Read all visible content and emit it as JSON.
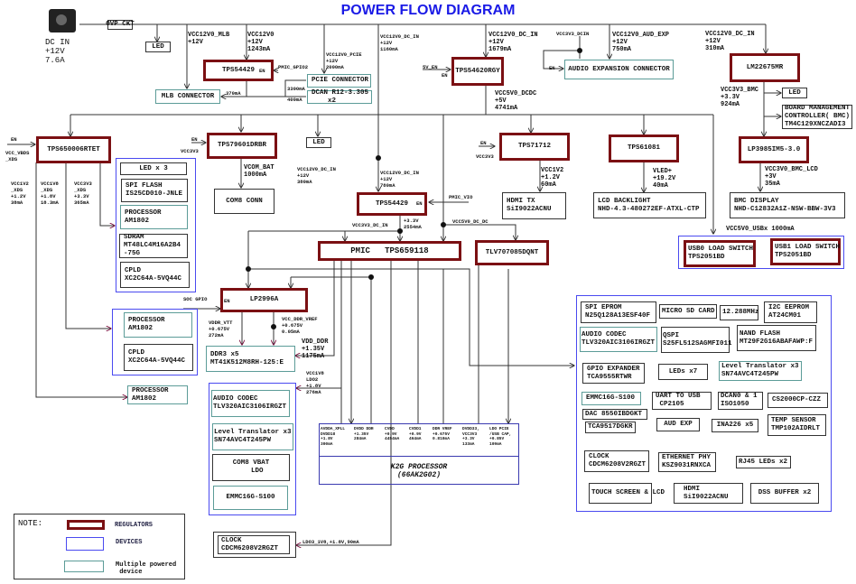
{
  "title": "POWER FLOW DIAGRAM",
  "colors": {
    "title": "#1a1ae6",
    "regulator": "#7b1013",
    "device": "#4a4af0",
    "multi_powered": "#5c9c98"
  },
  "dc_in": {
    "icon": "dc-jack-icon",
    "label": "DC IN\n+12V\n7.6A"
  },
  "ovp": "OVP CKT",
  "led": "LED",
  "rails": {
    "mlb": "VCC12V0_MLB\n+12V",
    "vcc12v0": "VCC12V0\n+12V\n1243mA",
    "pcie": "VCC12V0_PCIE\n+12V\n2000mA",
    "dcin_1160": "VCC12V0_DC_IN\n+12V\n1160mA",
    "dcin_1679": "VCC12V0_DC_IN\n+12V\n1679mA",
    "vcc3v3_dcin": "VCC3V3_DCIN",
    "aud_exp": "VCC12V0_AUD_EXP\n+12V\n750mA",
    "dcin_310": "VCC12V0_DC_IN\n+12V\n310mA",
    "vcc5v0_dcdc": "VCC5V0_DCDC\n+5V\n4741mA",
    "vcc3v3_bmc": "VCC3V3_BMC\n+3.3V\n924mA",
    "vcc1v2_xds": "VCC1V2\n_XDS\n+1.2V\n38mA",
    "vcc1v8_xds": "VCC1V8\n_XDS\n+1.8V\n18.3mA",
    "vcc3v3_xds": "VCC3V3\n_XDS\n+3.3V\n365mA",
    "vcom_bat": "VCOM_BAT\n1000mA",
    "dcin_380": "VCC12V0_DC_IN\n+12V\n380mA",
    "dcin_780": "VCC12V0_DC_IN\n+12V\n780mA",
    "vcc1v2": "VCC1V2\n+1.2V\n60mA",
    "vled": "VLED+\n+19.2V\n40mA",
    "vcc3v0_bmc_lcd": "VCC3V0_BMC_LCD\n+3V\n35mA",
    "vcc5v0_usbx": "VCC5V0_USBx 1000mA",
    "vcc3v3_dc_in": "VCC3V3_DC_IN",
    "p3v3_2554": "+3.3V\n2554mA",
    "vcc5v0_dc_dc": "VCC5V0_DC_DC",
    "pmic_vio": "PMIC_VIO",
    "pmic_gpio2": "PMIC_GPIO2",
    "ma370": "370mA",
    "ma3300": "3300mA",
    "ma400": "400mA",
    "soc_gpio": "SOC GPIO",
    "vddr_vtt": "VDDR_VTT\n+0.675V\n272mA",
    "vcc_ddr_vref": "VCC_DDR_VREF\n+0.675V\n0.05mA",
    "vdd_ddr": "VDD_DDR\n+1.35V\n1175mA",
    "vcc1v8_ldo2": "VCC1V8\nLDO2\n+1.8V\n276mA",
    "ldo3": "LDO3_1V8,+1.8V,90mA",
    "en": "EN",
    "vcc_vbds": "VCC_VBDS\n_XDS",
    "vcc3v3": "VCC3V3",
    "5v_en": "5V_EN"
  },
  "regulators": {
    "tps54429_top": "TPS54429",
    "tps54620": "TPS54620RGY",
    "lm22675": "LM22675MR",
    "tps650006": "TPS650006RTET",
    "tps79601": "TPS79601DRBR",
    "tps54429_mid": "TPS54429",
    "tps71712": "TPS71712",
    "tps61081": "TPS61081",
    "lp3985": "LP3985IM5-3.0",
    "pmic": "PMIC   TPS659118",
    "tlv707": "TLV707085DQNT",
    "lp2996": "LP2996A",
    "usb0": "USB0 LOAD SWITCH\nTPS2051BD",
    "usb1": "USB1 LOAD SWITCH\nTPS2051BD"
  },
  "devices": {
    "mlb_conn": "MLB CONNECTOR",
    "pcie_conn": "PCIE CONNECTOR",
    "dcan": "DCAN R12-3.305\n    x2",
    "audio_exp": "AUDIO EXPANSION CONNECTOR",
    "bmc": "BOARD MANAGEMENT\nCONTROLLER( BMC)\nTM4C129XNCZADI3",
    "led3": "LED x 3",
    "spi_flash": "SPI FLASH\nIS25CD010-JNLE",
    "proc1": "PROCESSOR\nAM1802",
    "sdram": "SDRAM\nMT48LC4M16A2B4\n-75G",
    "cpld1": "CPLD\nXC2C64A-5VQ44C",
    "com8": "COM8 CONN",
    "hdmi_tx": "HDMI TX\nSiI9022ACNU",
    "lcd_backlight": "LCD BACKLIGHT\nNHD-4.3-480272EF-ATXL-CTP",
    "bmc_display": "BMC DISPLAY\nNHD-C12832A1Z-NSW-BBW-3V3",
    "proc2": "PROCESSOR\nAM1802",
    "cpld2": "CPLD\nXC2C64A-5VQ44C",
    "proc3": "PROCESSOR\nAM1802",
    "ddr3": "DDR3 x5\nMT41K512M8RH-125:E",
    "audio_codec": "AUDIO CODEC\nTLV320AIC3106IRGZT",
    "level_tr": "Level Translator x3\nSN74AVC4T245PW",
    "com8_vbat": "COM8 VBAT\n   LDO",
    "emmc": "EMMC16G-S100",
    "clock": "CLOCK\nCDCM6208V2RGZT"
  },
  "k2g": {
    "title": "K2G PROCESSOR\n(66AK2G02)",
    "rails": [
      "AVDDA_XPLL\nDVDD18\n+1.8V\n300mA",
      "DVDD DDR\n+1.35V\n284mA",
      "CVDD\n+0.9V\n4454mA",
      "CVDD1\n+0.9V\n464mA",
      "DDR VREF\n+0.675V\n0.810mA",
      "DVDD33,\nVCC3V3\n+3.3V\n133mA",
      "LDO PCIE\n/USB CAP,\n+0.85V\n109mA"
    ]
  },
  "soc_devices": [
    "SPI EPROM\nN25Q128A13ESF40F",
    "MICRO SD CARD",
    "12.288MHz",
    "I2C EEPROM\nAT24CM01",
    "AUDIO CODEC\nTLV320AIC3106IRGZT",
    "QSPI\nS25FL512SAGMFI011",
    "NAND FLASH\nMT29F2G16ABAFAWP:F",
    "GPIO EXPANDER\nTCA9555RTWR",
    "LEDs x7",
    "Level Translator x3\nSN74AVC4T245PW",
    "EMMC16G-S100",
    "UART TO USB\n CP2105",
    "DCAN0 & 1\nISO1050",
    "CS2000CP-CZZ",
    "DAC 8550IBDGKT",
    "TCA9517DGKR",
    "AUD EXP",
    "INA226 x5",
    "TEMP SENSOR\nTMP102AIDRLT",
    "CLOCK\nCDCM6208V2RGZT",
    "ETHERNET PHY\nKSZ9031RNXCA",
    "RJ45 LEDs x2",
    "TOUCH SCREEN & LCD",
    "HDMI\nSiI9022ACNU",
    "DSS BUFFER x2"
  ],
  "legend": {
    "title": "NOTE:",
    "regulators": "REGULATORS",
    "devices": "DEVICES",
    "multi": "Multiple powered\n device"
  }
}
